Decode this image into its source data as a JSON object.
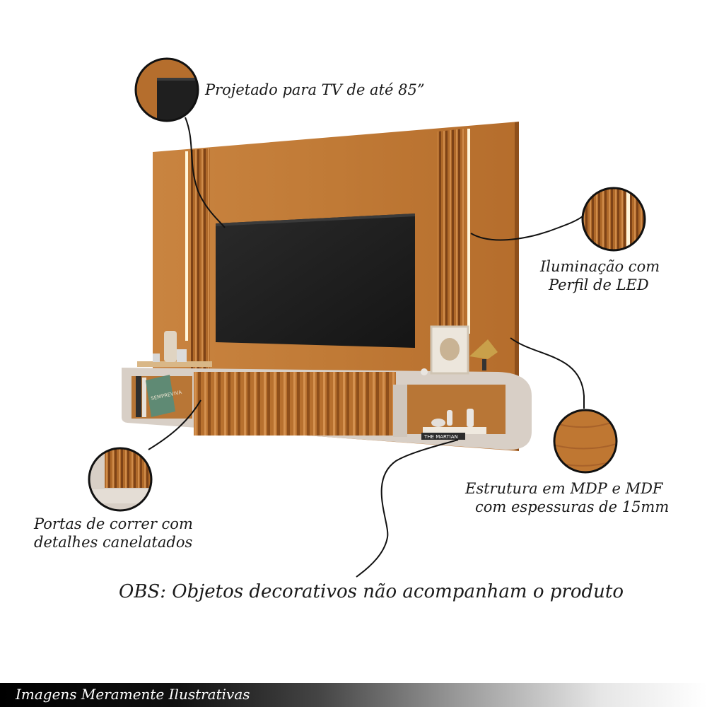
{
  "callouts": {
    "tv": "Projetado para TV de até 85”",
    "led_line1": "Iluminação com",
    "led_line2": "Perfil de LED",
    "structure_line1": "Estrutura em MDP  e MDF",
    "structure_line2": "com espessuras de 15mm",
    "doors_line1": "Portas de correr com",
    "doors_line2": "detalhes canelatados"
  },
  "note": "OBS: Objetos decorativos não acompanham o produto",
  "footer": "Imagens Meramente Ilustrativas",
  "props": {
    "book_spine": "THE MARTIAN",
    "book_cover": "SEMPREVIVA"
  },
  "colors": {
    "wood": "#c07a36",
    "wood_dark": "#9a5a22",
    "shelf": "#d8cfc6",
    "tv": "#1e1e1e",
    "led": "#fff6dc"
  }
}
